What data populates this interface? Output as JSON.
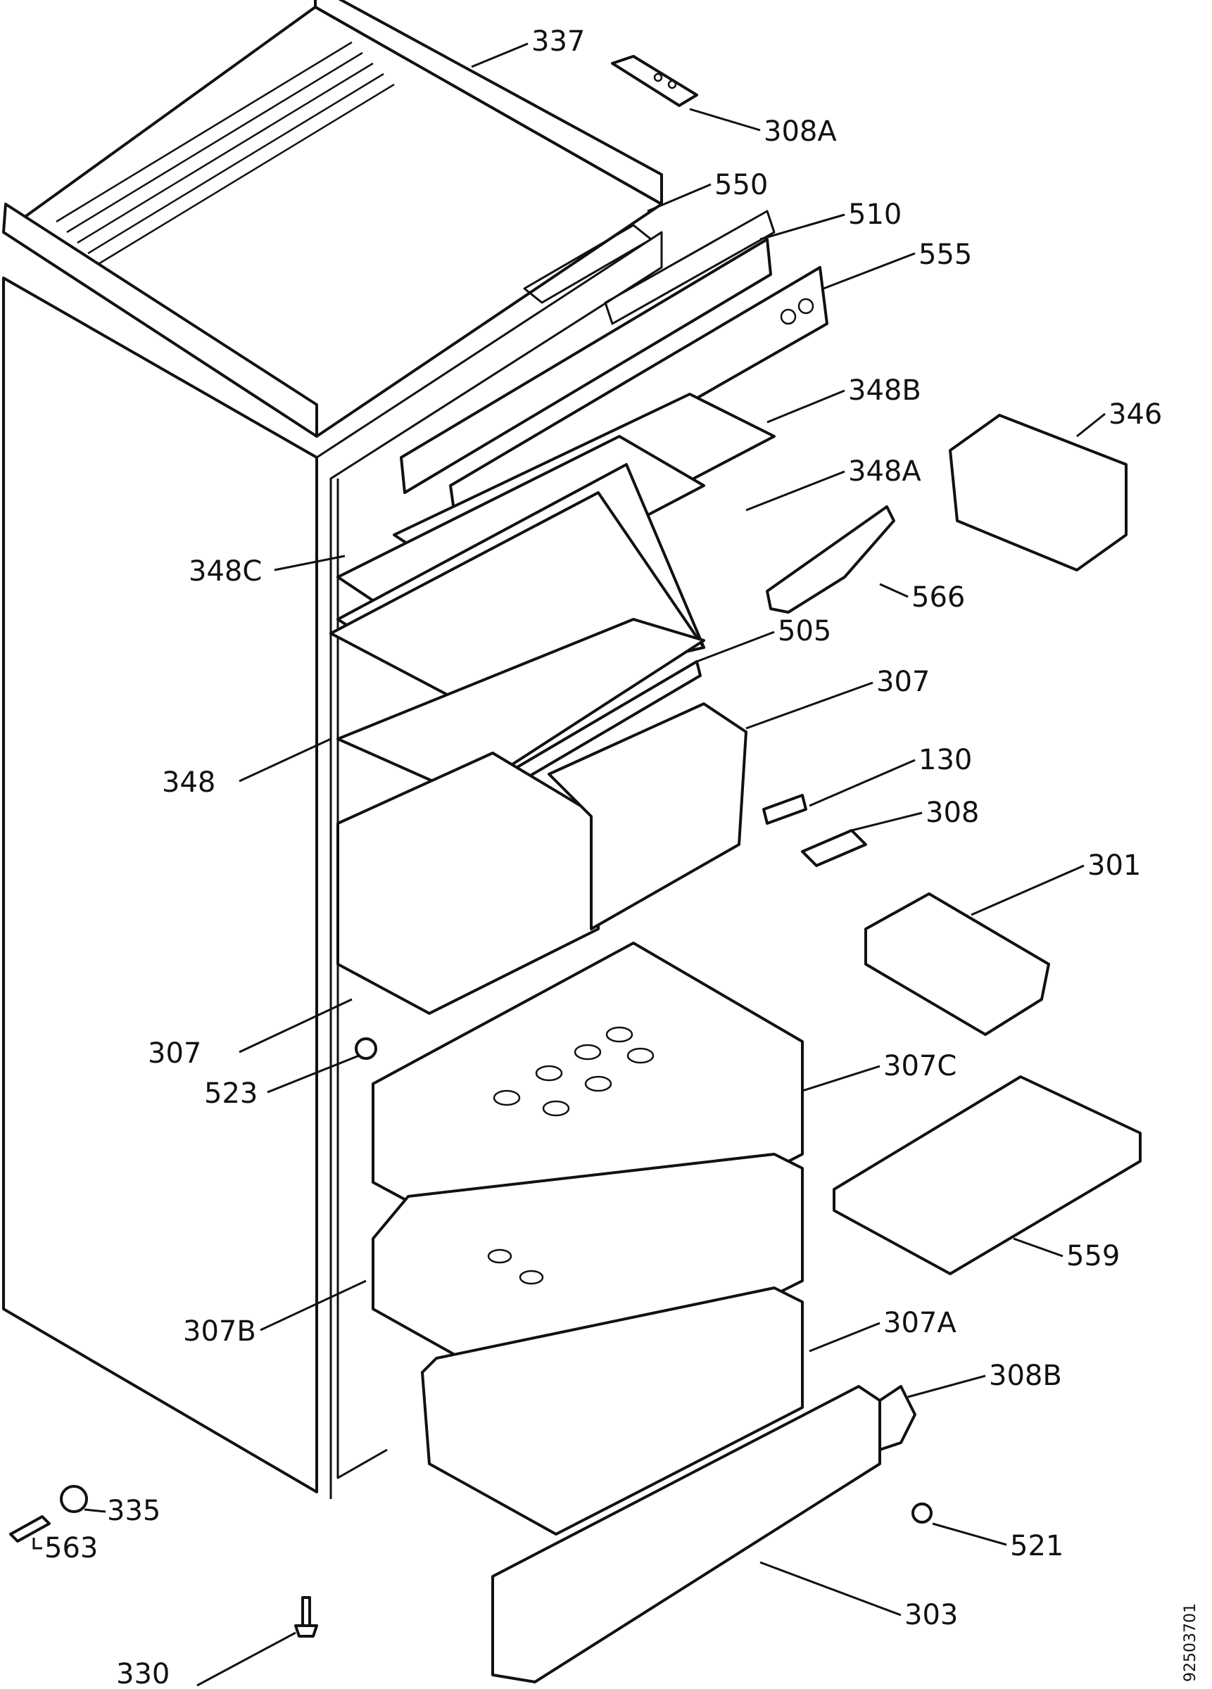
{
  "diagram": {
    "document_id": "92503701",
    "labels": {
      "l337": "337",
      "l308A": "308A",
      "l550": "550",
      "l510": "510",
      "l555": "555",
      "l348B": "348B",
      "l346": "346",
      "l348A": "348A",
      "l348C": "348C",
      "l566": "566",
      "l505": "505",
      "l307top": "307",
      "l348": "348",
      "l130": "130",
      "l308": "308",
      "l301": "301",
      "l307left": "307",
      "l523": "523",
      "l307C": "307C",
      "l559": "559",
      "l307B": "307B",
      "l307A": "307A",
      "l308B": "308B",
      "l335": "335",
      "l563": "563",
      "l521": "521",
      "l303": "303",
      "l330": "330"
    }
  }
}
